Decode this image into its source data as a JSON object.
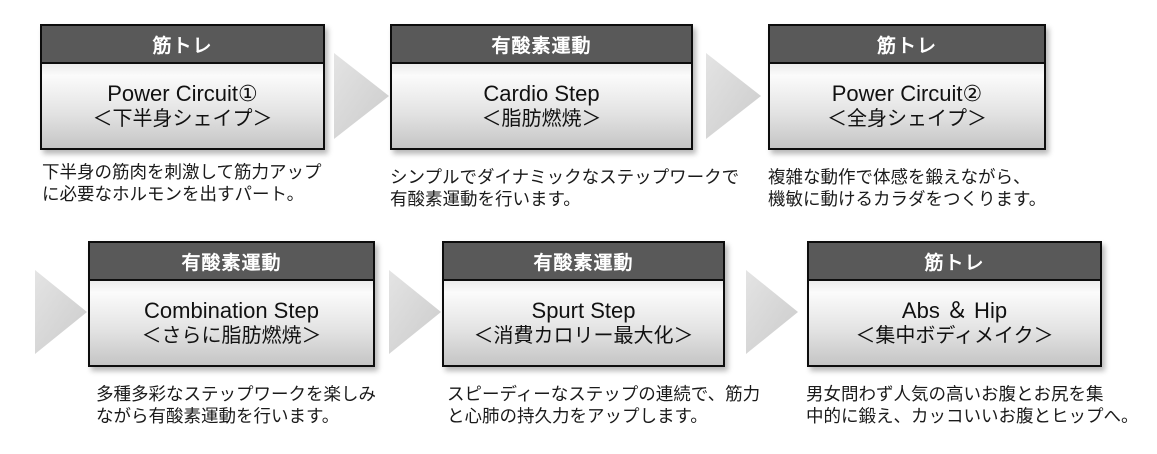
{
  "diagram": {
    "kind": "program-flow",
    "colors": {
      "header_bg": "#595959",
      "header_text": "#ffffff",
      "body_gradient_top": "#fbfbfb",
      "body_gradient_bottom": "#c5c5c5",
      "border": "#0d0d0d",
      "arrow": "#d9d9d9",
      "description_text": "#1a1a1a"
    },
    "arrow_icon": "right-triangle"
  },
  "steps": [
    {
      "category": "筋トレ",
      "title": "Power Circuit①",
      "subtitle": "＜下半身シェイプ＞",
      "desc": [
        "下半身の筋肉を刺激して筋力アップ",
        "に必要なホルモンを出すパート。"
      ]
    },
    {
      "category": "有酸素運動",
      "title": "Cardio Step",
      "subtitle": "＜脂肪燃焼＞",
      "desc": [
        "シンプルでダイナミックなステップワークで",
        "有酸素運動を行います。"
      ]
    },
    {
      "category": "筋トレ",
      "title": "Power Circuit②",
      "subtitle": "＜全身シェイプ＞",
      "desc": [
        "複雑な動作で体感を鍛えながら、",
        "機敏に動けるカラダをつくります。"
      ]
    },
    {
      "category": "有酸素運動",
      "title": "Combination Step",
      "subtitle": "＜さらに脂肪燃焼＞",
      "desc": [
        "多種多彩なステップワークを楽しみ",
        "ながら有酸素運動を行います。"
      ]
    },
    {
      "category": "有酸素運動",
      "title": "Spurt Step",
      "subtitle": "＜消費カロリー最大化＞",
      "desc": [
        "スピーディーなステップの連続で、筋力",
        "と心肺の持久力をアップします。"
      ]
    },
    {
      "category": "筋トレ",
      "title": "Abs ＆ Hip",
      "subtitle": "＜集中ボディメイク＞",
      "desc": [
        "男女問わず人気の高いお腹とお尻を集",
        "中的に鍛え、カッコいいお腹とヒップへ。"
      ]
    }
  ]
}
